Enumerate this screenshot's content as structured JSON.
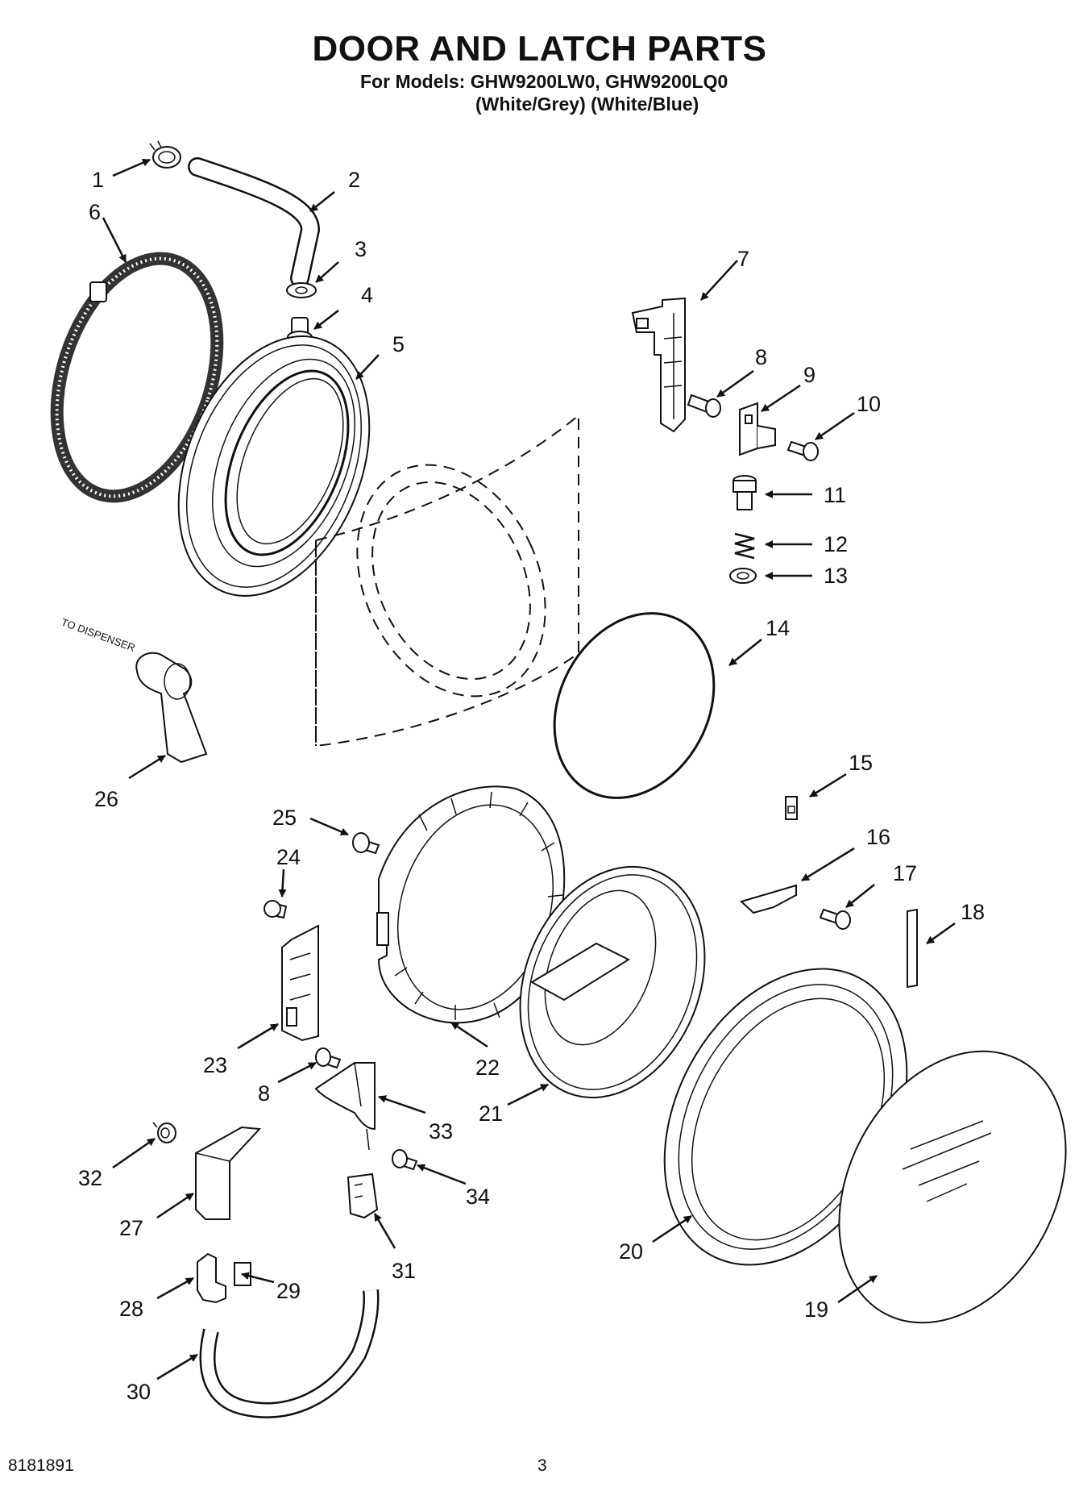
{
  "title": "DOOR AND LATCH PARTS",
  "models_line": "For Models: GHW9200LW0, GHW9200LQ0",
  "variants_line": "(White/Grey)   (White/Blue)",
  "dispenser_note": "TO DISPENSER",
  "footer": {
    "doc_number": "8181891",
    "page_number": "3"
  },
  "callouts": [
    "1",
    "2",
    "3",
    "4",
    "5",
    "6",
    "7",
    "8",
    "9",
    "10",
    "11",
    "12",
    "13",
    "14",
    "15",
    "16",
    "17",
    "18",
    "19",
    "20",
    "21",
    "22",
    "23",
    "24",
    "25",
    "26",
    "27",
    "28",
    "29",
    "30",
    "31",
    "32",
    "33",
    "34",
    "8"
  ]
}
